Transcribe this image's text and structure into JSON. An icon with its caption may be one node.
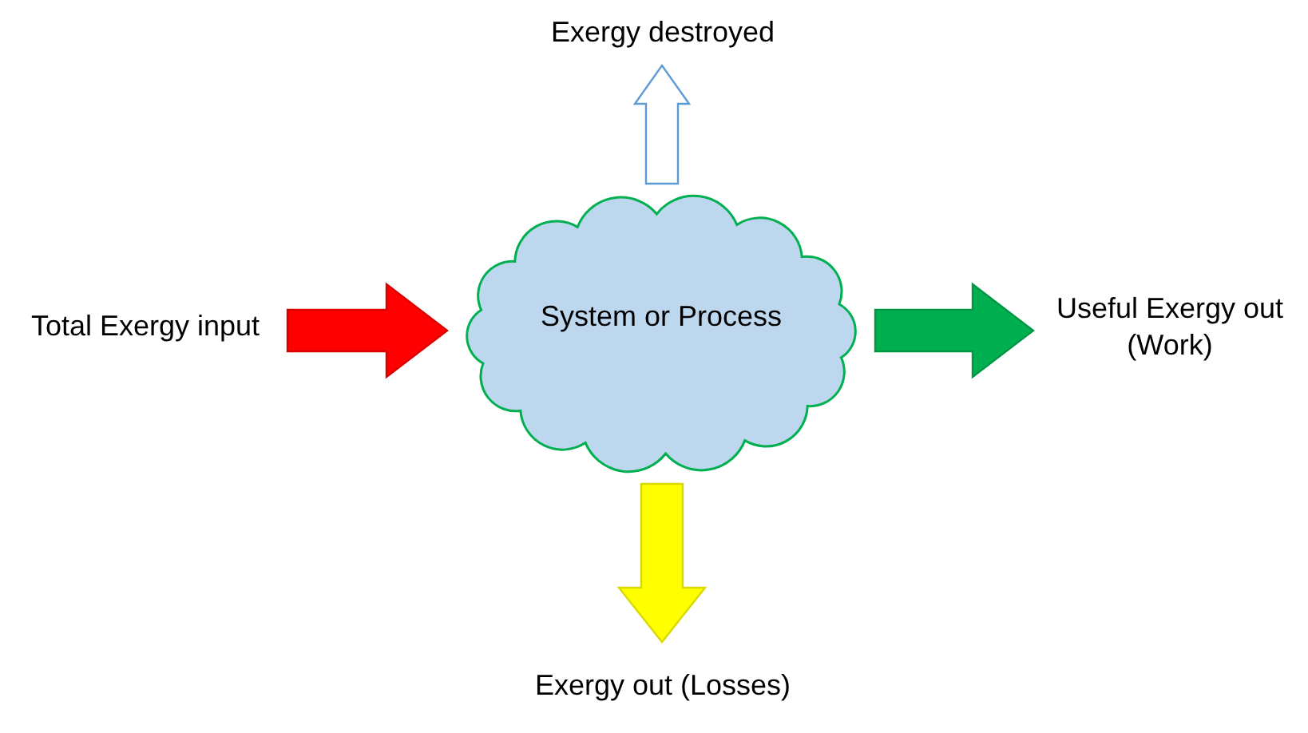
{
  "diagram": {
    "nodes": [
      {
        "text": [
          "Total Exergy input"
        ]
      },
      {
        "text": [
          "System or Process"
        ]
      },
      {
        "text": [
          "Useful Exergy out (Work)"
        ]
      },
      {
        "text": [
          "Exergy destroyed"
        ]
      },
      {
        "text": [
          "Exergy out (Losses)"
        ]
      }
    ],
    "edges": [
      {
        "from": 0,
        "to": 1,
        "arrow": "to",
        "style": "thick",
        "color": "#ff0000"
      },
      {
        "from": 1,
        "to": 2,
        "arrow": "to",
        "style": "thick",
        "color": "#00b050"
      },
      {
        "from": 1,
        "to": 3,
        "arrow": "to",
        "style": "thick",
        "color": "#ffffff"
      },
      {
        "from": 1,
        "to": 4,
        "arrow": "to",
        "style": "thick",
        "color": "#ffff00"
      }
    ]
  }
}
